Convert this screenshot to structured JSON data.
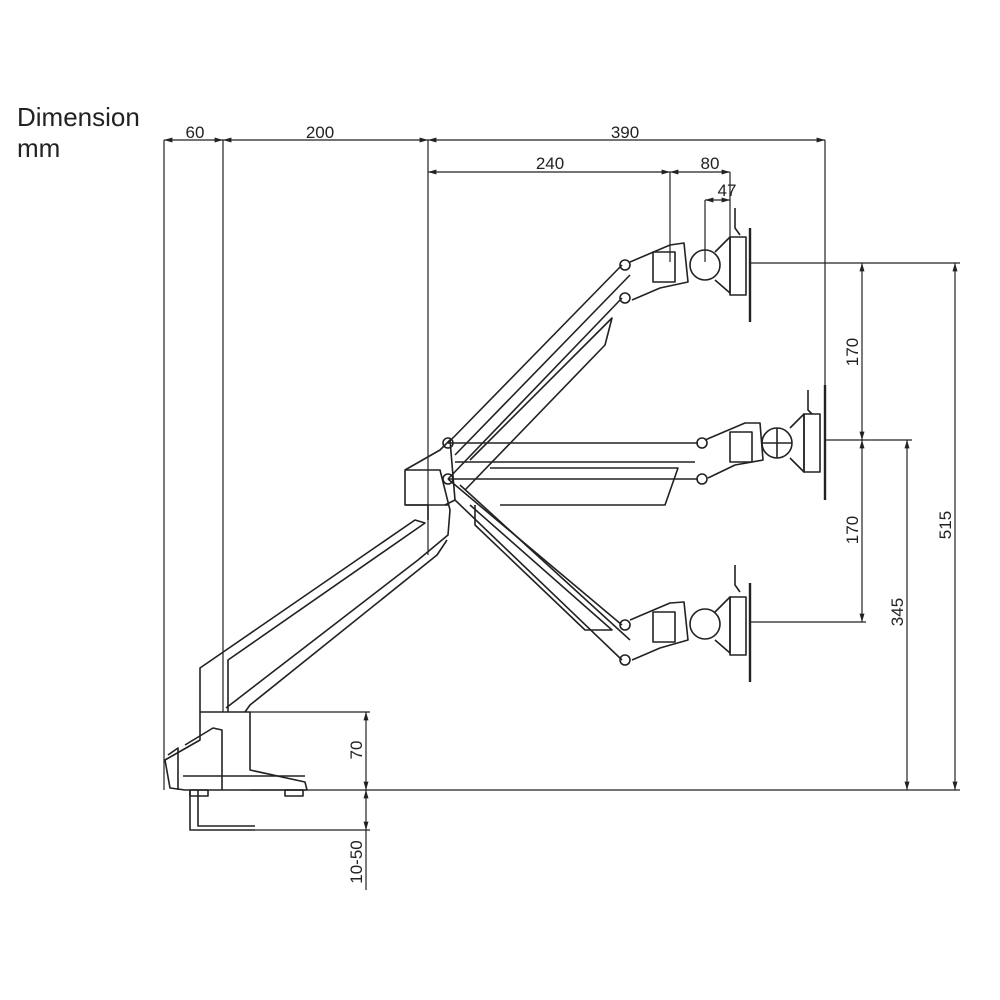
{
  "title": {
    "line1": "Dimension",
    "line2": "mm"
  },
  "dimensions": {
    "base_to_clamp_offset": "60",
    "pole_to_elbow": "200",
    "elbow_to_max_reach": "390",
    "forearm_length": "240",
    "tilt_head_depth": "80",
    "vesa_plate_depth": "47",
    "upper_height_step": "170",
    "lower_height_step": "170",
    "mid_height": "345",
    "max_height": "515",
    "base_height": "70",
    "desk_thickness": "10-50"
  }
}
